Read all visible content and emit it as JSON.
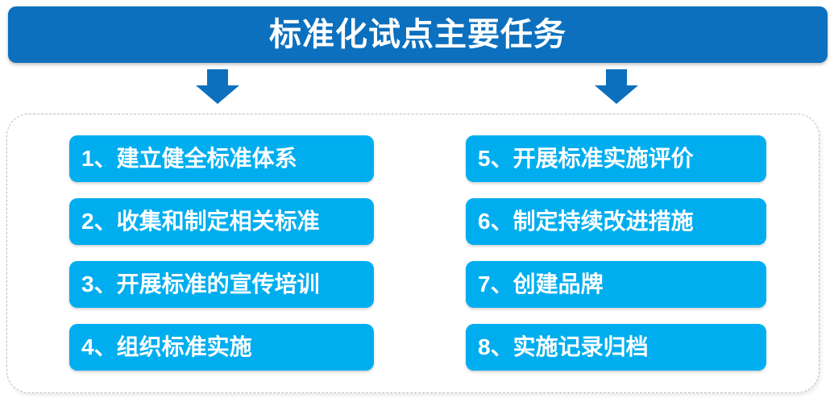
{
  "banner": {
    "title": "标准化试点主要任务"
  },
  "colors": {
    "banner_blue": "#0C70BE",
    "item_cyan": "#00AEEF",
    "container_border": "#BFBFBF",
    "text_white": "#FFFFFF"
  },
  "icons": {
    "left_arrow": "down-arrow",
    "right_arrow": "down-arrow"
  },
  "tasks": [
    {
      "label": "1、建立健全标准体系"
    },
    {
      "label": "2、收集和制定相关标准"
    },
    {
      "label": "3、开展标准的宣传培训"
    },
    {
      "label": "4、组织标准实施"
    },
    {
      "label": "5、开展标准实施评价"
    },
    {
      "label": "6、制定持续改进措施"
    },
    {
      "label": "7、创建品牌"
    },
    {
      "label": "8、实施记录归档"
    }
  ]
}
